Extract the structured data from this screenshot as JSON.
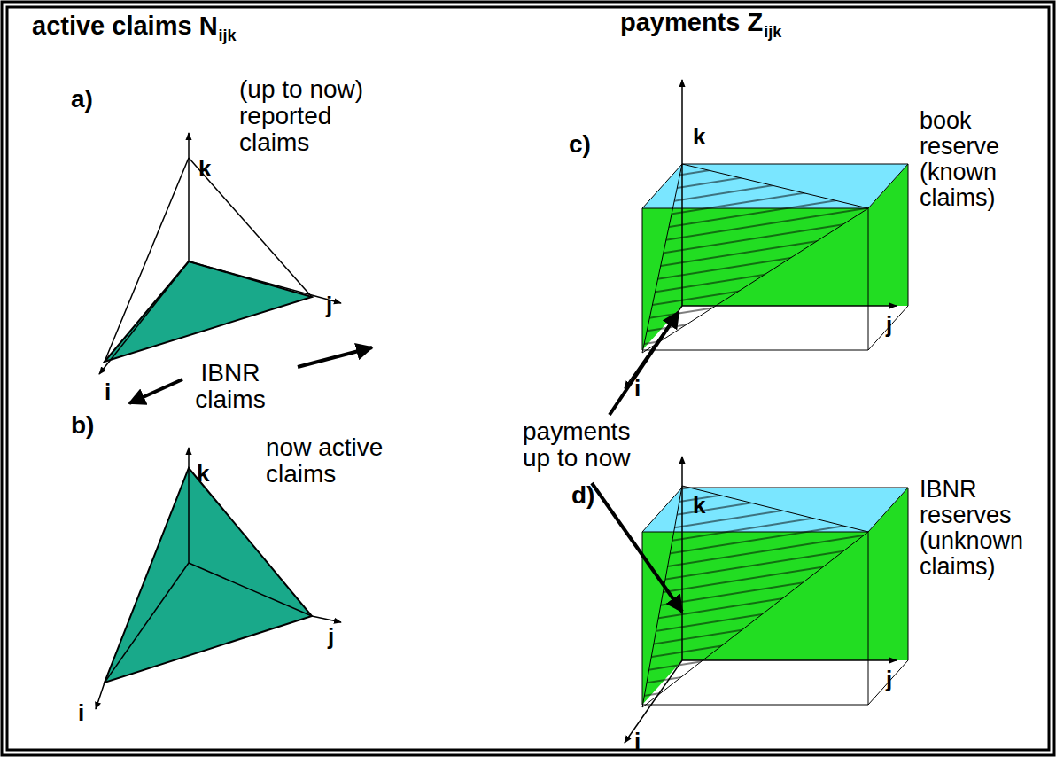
{
  "diagram": {
    "labels": [
      "active claims N",
      "ijk",
      "payments Z",
      "ijk",
      "a)",
      "k",
      "j",
      "(up to now) reported claims",
      "IBNR claims",
      "i",
      "b)",
      "k",
      "j",
      "i",
      "now active claims",
      "c)",
      "k",
      "j",
      "i",
      "book reserve (known claims)",
      "payments up to now",
      "d)",
      "k",
      "j",
      "i",
      "IBNR reserves (unknown claims)"
    ]
  }
}
